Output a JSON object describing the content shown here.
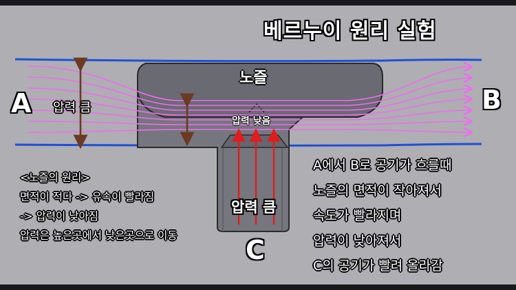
{
  "title": "베르누이 원리 실험",
  "points": {
    "a": "A",
    "b": "B",
    "c": "C"
  },
  "nozzle_label": "노즐",
  "pressure_high": "압력 큼",
  "pressure_low": "압력 낮음",
  "notes": [
    "<노즐의 원리>",
    "면적이 적다 -> 유속이 빨라짐",
    "-> 압력이 낮아짐",
    "압력은 높은곳에서 낮은곳으로 이동"
  ],
  "steps": [
    "A에서 B로 공기가 흐를때",
    "노즐의 면적이 작아져서",
    "속도가 빨라지며",
    "압력이 낮아져서",
    "C의 공기가 빨려 올라감"
  ],
  "colors": {
    "background": "#aeaeb3",
    "channel_wall": "#1e4fd8",
    "streamline": "#f06bf0",
    "suction_arrow": "#e21b1b",
    "area_arrow": "#6b3a22",
    "nozzle": "#76767f"
  }
}
